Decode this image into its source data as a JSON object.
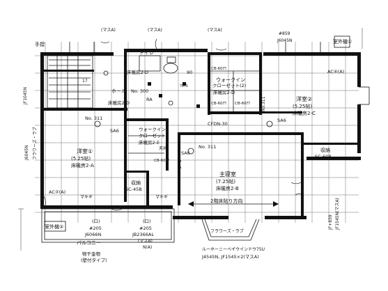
{
  "labels": {
    "toilet": "トイレ",
    "pattern_left": "(マスA)",
    "pattern_left2": "(マスA)",
    "pattern_center": "(マスA)",
    "pattern_right_top": "#859",
    "code_right_top": "J6045N",
    "outdoor_unit_top": "室外機①",
    "handrail": "手摺",
    "washroom_code": "JF1045N",
    "stairs_number": "17",
    "floor_heat_top": "床暖房2-D",
    "hall": "ホール",
    "hall_no": "No. 300",
    "ra": "RA",
    "counter_cbd": "ﾂﾙﾂﾙ",
    "number_90": "90",
    "cb1": "CB-60ｱﾂ",
    "walkin1": "ウォークイン",
    "closet1": "クローゼット(2)",
    "floor_heat_2d": "床暖房2-D",
    "cb_left": "CB-60ｱﾂ",
    "cb_right": "CB-60ｱﾂ",
    "floor_heat_2d_2": "床暖房2-D",
    "cfdn": "CFDN-30",
    "ac4": "AC④(A)",
    "room2_name": "洋室②",
    "room2_size": "(5.25帖)",
    "room2_heat": "床暖房2-C",
    "no311_top": "No.311",
    "sa6_top": "SA6",
    "side_code_left": "J6045N",
    "flooring_left": "フラワーズ・ラブ",
    "no311_left": "No. 311",
    "sa6_left": "SA6",
    "walkin2": "ウォークイン",
    "closet2": "クローゼット",
    "floor_heat_2e": "床暖房2-E",
    "tenja": "天井",
    "cb2": "CB-60ｱﾂ",
    "no311_mid": "No. 311",
    "sa6_mid": "SA6",
    "room1_name": "洋室①",
    "room1_size": "(5.25帖)",
    "room1_heat": "床暖房2-A",
    "master_name": "主寝室",
    "master_size": "(7.25帖)",
    "master_heat": "床暖房2-B",
    "storage_left": "収納",
    "sc45b": "SC-45B",
    "storage_right": "収納",
    "sc60b": "SC-60B",
    "ac2": "AC②(A)",
    "makigi_left": "マキギ",
    "makigi_mid": "マキギ",
    "flooring_direction": "2階床貼り方向",
    "outdoor_unit_bottom": "室外機②",
    "ro_left": "(ロ)",
    "num205_left": "#205",
    "code_j6066n": "J6066N",
    "ro_right": "(ロ)",
    "num205_right": "#205",
    "code_jb2366al": "JB2366AL",
    "masuA": "(マスA)",
    "n_label": "N(A)",
    "balcony": "バルコニー",
    "fixture1": "物干金物",
    "fixture2": "(壁付タイプ)",
    "flooring_bottom": "フラワーズ・ラブ",
    "bay_window": "ルーホーニーベイ",
    "bay_window2": "イウインドウ75U",
    "bottom_code": "J4545N, JF1545×2(マスA)",
    "right_code1": "JF+859",
    "right_code2": "JF1545N(マスA)"
  }
}
